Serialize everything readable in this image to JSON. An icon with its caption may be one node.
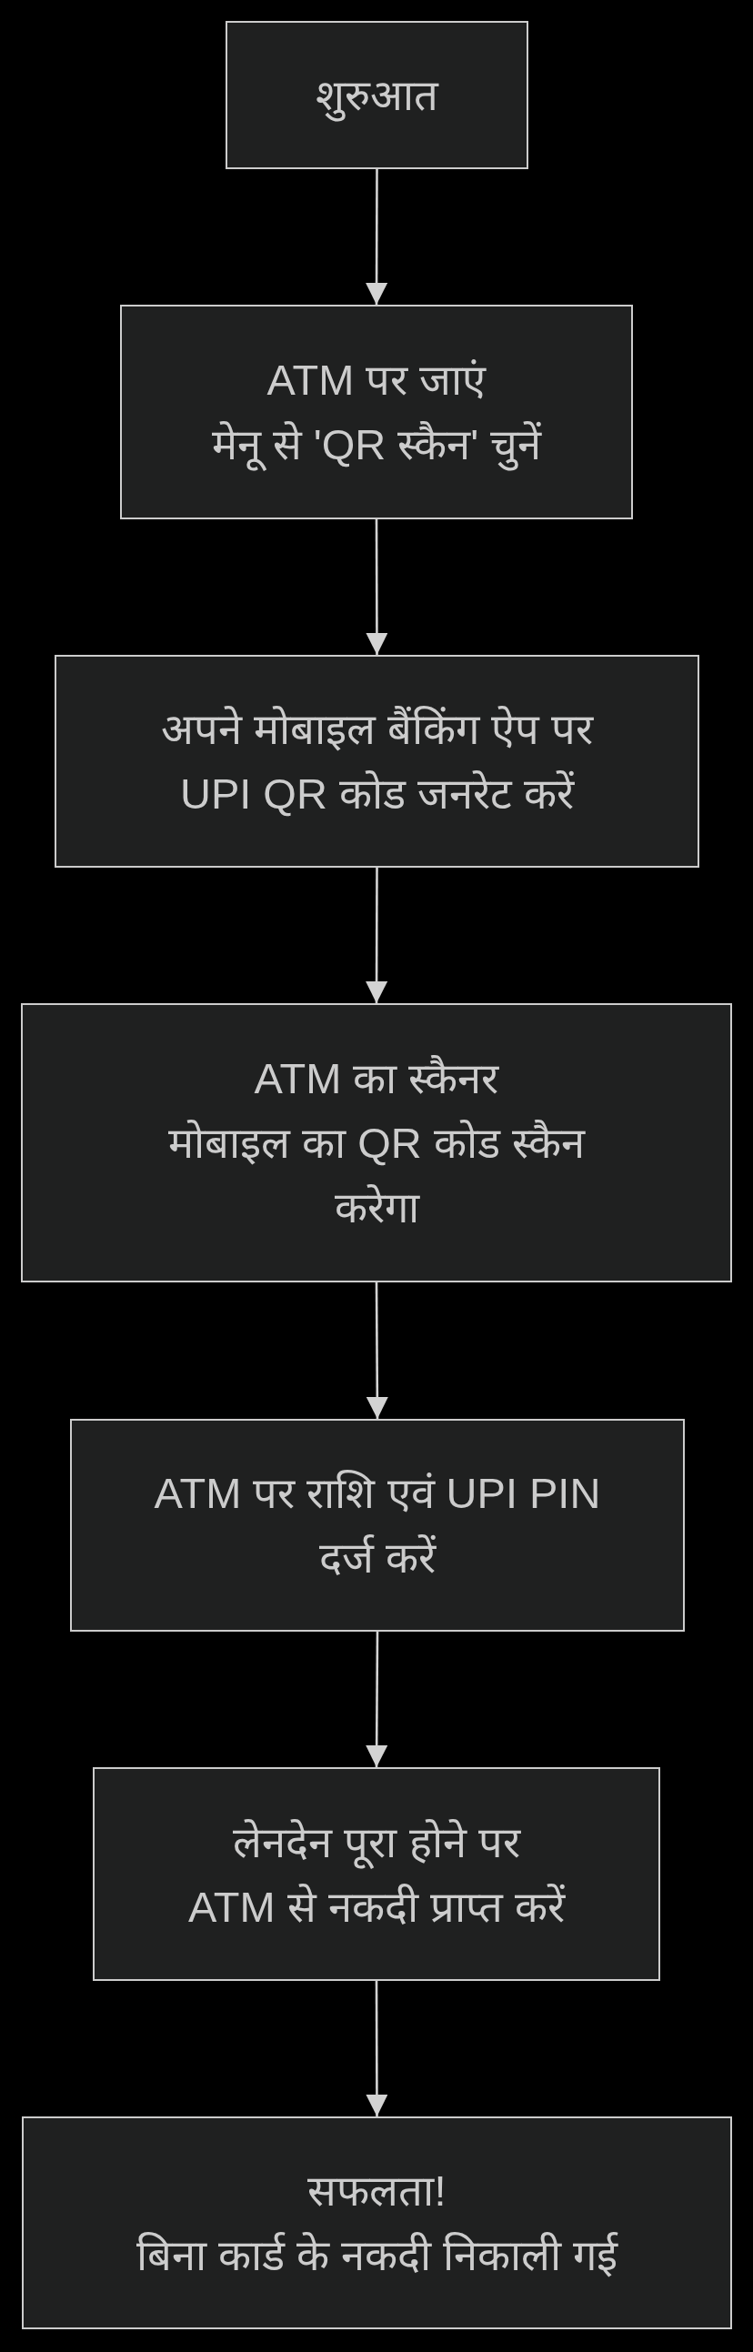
{
  "diagram": {
    "nodes": [
      {
        "text": [
          "शुरुआत"
        ]
      },
      {
        "text": [
          "ATM पर जाएं मेनू से 'QR स्कैन' चुनें"
        ]
      },
      {
        "text": [
          "अपने मोबाइल बैंकिंग ऐप पर UPI QR कोड जनरेट करें"
        ]
      },
      {
        "text": [
          "ATM का स्कैनर मोबाइल का QR कोड स्कैन करेगा"
        ]
      },
      {
        "text": [
          "ATM पर राशि एवं UPI PIN दर्ज करें"
        ]
      },
      {
        "text": [
          "लेनदेन पूरा होने पर ATM से नकदी प्राप्त करें"
        ]
      },
      {
        "text": [
          "सफलता! बिना कार्ड के नकदी निकाली गई"
        ]
      }
    ],
    "edges": [
      {
        "from": 0,
        "to": 1,
        "arrow": "to"
      },
      {
        "from": 1,
        "to": 2,
        "arrow": "to"
      },
      {
        "from": 2,
        "to": 3,
        "arrow": "to"
      },
      {
        "from": 3,
        "to": 4,
        "arrow": "to"
      },
      {
        "from": 4,
        "to": 5,
        "arrow": "to"
      },
      {
        "from": 5,
        "to": 6,
        "arrow": "to"
      }
    ]
  }
}
